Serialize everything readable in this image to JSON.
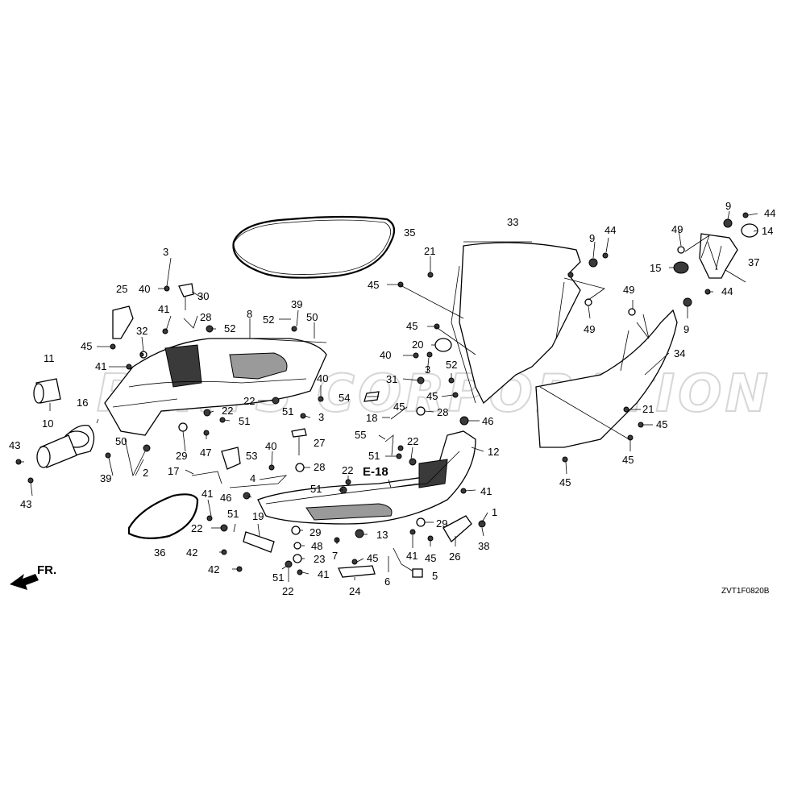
{
  "diagram_code": "ZVT1F0820B",
  "ref_label": "E-18",
  "front_label": "FR.",
  "watermark": "PARTS CORPORATION",
  "callouts": [
    {
      "id": "c1",
      "text": "1"
    },
    {
      "id": "c2",
      "text": "2"
    },
    {
      "id": "c3a",
      "text": "3"
    },
    {
      "id": "c3b",
      "text": "3"
    },
    {
      "id": "c3c",
      "text": "3"
    },
    {
      "id": "c4",
      "text": "4"
    },
    {
      "id": "c5",
      "text": "5"
    },
    {
      "id": "c6",
      "text": "6"
    },
    {
      "id": "c7",
      "text": "7"
    },
    {
      "id": "c8",
      "text": "8"
    },
    {
      "id": "c9a",
      "text": "9"
    },
    {
      "id": "c9b",
      "text": "9"
    },
    {
      "id": "c9c",
      "text": "9"
    },
    {
      "id": "c10",
      "text": "10"
    },
    {
      "id": "c11",
      "text": "11"
    },
    {
      "id": "c12",
      "text": "12"
    },
    {
      "id": "c13",
      "text": "13"
    },
    {
      "id": "c14",
      "text": "14"
    },
    {
      "id": "c15",
      "text": "15"
    },
    {
      "id": "c16",
      "text": "16"
    },
    {
      "id": "c17",
      "text": "17"
    },
    {
      "id": "c18",
      "text": "18"
    },
    {
      "id": "c19",
      "text": "19"
    },
    {
      "id": "c20",
      "text": "20"
    },
    {
      "id": "c21a",
      "text": "21"
    },
    {
      "id": "c21b",
      "text": "21"
    },
    {
      "id": "c22a",
      "text": "22"
    },
    {
      "id": "c22b",
      "text": "22"
    },
    {
      "id": "c22c",
      "text": "22"
    },
    {
      "id": "c22d",
      "text": "22"
    },
    {
      "id": "c22e",
      "text": "22"
    },
    {
      "id": "c22f",
      "text": "22"
    },
    {
      "id": "c23",
      "text": "23"
    },
    {
      "id": "c24",
      "text": "24"
    },
    {
      "id": "c25",
      "text": "25"
    },
    {
      "id": "c26",
      "text": "26"
    },
    {
      "id": "c27",
      "text": "27"
    },
    {
      "id": "c28a",
      "text": "28"
    },
    {
      "id": "c28b",
      "text": "28"
    },
    {
      "id": "c28c",
      "text": "28"
    },
    {
      "id": "c29a",
      "text": "29"
    },
    {
      "id": "c29b",
      "text": "29"
    },
    {
      "id": "c29c",
      "text": "29"
    },
    {
      "id": "c30",
      "text": "30"
    },
    {
      "id": "c31",
      "text": "31"
    },
    {
      "id": "c32",
      "text": "32"
    },
    {
      "id": "c33",
      "text": "33"
    },
    {
      "id": "c34",
      "text": "34"
    },
    {
      "id": "c35",
      "text": "35"
    },
    {
      "id": "c36",
      "text": "36"
    },
    {
      "id": "c37",
      "text": "37"
    },
    {
      "id": "c38",
      "text": "38"
    },
    {
      "id": "c39a",
      "text": "39"
    },
    {
      "id": "c39b",
      "text": "39"
    },
    {
      "id": "c40a",
      "text": "40"
    },
    {
      "id": "c40b",
      "text": "40"
    },
    {
      "id": "c40c",
      "text": "40"
    },
    {
      "id": "c40d",
      "text": "40"
    },
    {
      "id": "c41a",
      "text": "41"
    },
    {
      "id": "c41b",
      "text": "41"
    },
    {
      "id": "c41c",
      "text": "41"
    },
    {
      "id": "c41d",
      "text": "41"
    },
    {
      "id": "c41e",
      "text": "41"
    },
    {
      "id": "c41f",
      "text": "41"
    },
    {
      "id": "c42a",
      "text": "42"
    },
    {
      "id": "c42b",
      "text": "42"
    },
    {
      "id": "c43a",
      "text": "43"
    },
    {
      "id": "c43b",
      "text": "43"
    },
    {
      "id": "c44a",
      "text": "44"
    },
    {
      "id": "c44b",
      "text": "44"
    },
    {
      "id": "c44c",
      "text": "44"
    },
    {
      "id": "c45a",
      "text": "45"
    },
    {
      "id": "c45b",
      "text": "45"
    },
    {
      "id": "c45c",
      "text": "45"
    },
    {
      "id": "c45d",
      "text": "45"
    },
    {
      "id": "c45e",
      "text": "45"
    },
    {
      "id": "c45f",
      "text": "45"
    },
    {
      "id": "c45g",
      "text": "45"
    },
    {
      "id": "c45h",
      "text": "45"
    },
    {
      "id": "c45i",
      "text": "45"
    },
    {
      "id": "c45j",
      "text": "45"
    },
    {
      "id": "c46a",
      "text": "46"
    },
    {
      "id": "c46b",
      "text": "46"
    },
    {
      "id": "c47",
      "text": "47"
    },
    {
      "id": "c48",
      "text": "48"
    },
    {
      "id": "c49a",
      "text": "49"
    },
    {
      "id": "c49b",
      "text": "49"
    },
    {
      "id": "c49c",
      "text": "49"
    },
    {
      "id": "c50a",
      "text": "50"
    },
    {
      "id": "c50b",
      "text": "50"
    },
    {
      "id": "c51a",
      "text": "51"
    },
    {
      "id": "c51b",
      "text": "51"
    },
    {
      "id": "c51c",
      "text": "51"
    },
    {
      "id": "c51d",
      "text": "51"
    },
    {
      "id": "c51e",
      "text": "51"
    },
    {
      "id": "c51f",
      "text": "51"
    },
    {
      "id": "c52a",
      "text": "52"
    },
    {
      "id": "c52b",
      "text": "52"
    },
    {
      "id": "c52c",
      "text": "52"
    },
    {
      "id": "c53",
      "text": "53"
    },
    {
      "id": "c54",
      "text": "54"
    },
    {
      "id": "c55",
      "text": "55"
    }
  ]
}
